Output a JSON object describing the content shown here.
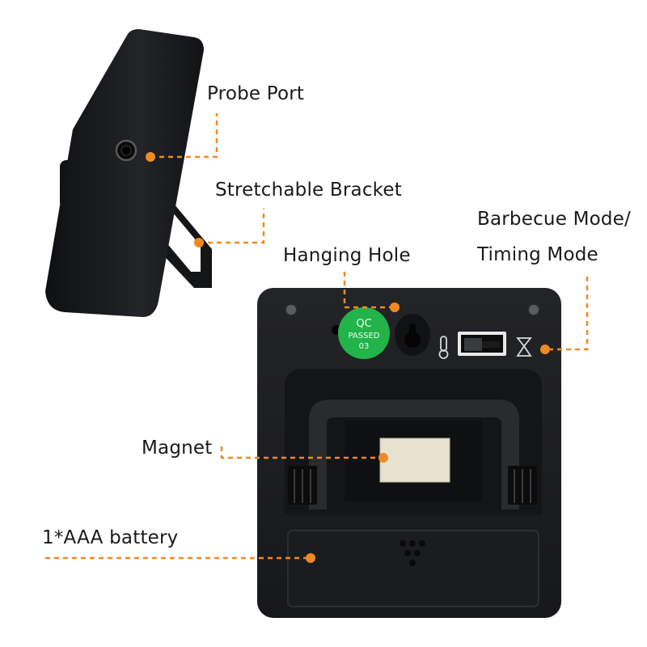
{
  "labels": {
    "probe_port": "Probe Port",
    "stretchable_bracket": "Stretchable Bracket",
    "hanging_hole": "Hanging Hole",
    "mode_line1": "Barbecue Mode/",
    "mode_line2": "Timing Mode",
    "magnet": "Magnet",
    "battery": "1*AAA battery"
  },
  "qc_sticker": {
    "line1": "QC",
    "line2": "PASSED",
    "line3": "03"
  },
  "colors": {
    "callout": "#f08a24",
    "device_body": "#1c1d20",
    "qc_sticker": "#22b34a",
    "magnet": "#e6e2cf"
  },
  "icons": {
    "barbecue_mode": "thermometer-icon",
    "timing_mode": "hourglass-icon"
  }
}
